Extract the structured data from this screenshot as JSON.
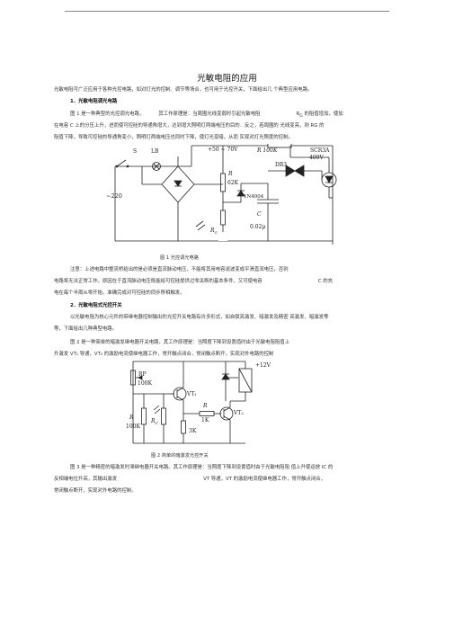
{
  "page": {
    "title": "光敏电阻的应用"
  },
  "intro": "光敏电阻可广泛应用于各种光控电路，如对灯光的控制、调节等场合，也可用于光控开关，下面给出几 个典型应用电路。",
  "section1": {
    "heading": "1．光敏电阻调光电路",
    "p1": [
      "图 1 是一种典型的光控调光电路，",
      "其工作原理是：当周围光线变弱时引起光敏电阻",
      "R",
      "G",
      " 的阻值增加，使加"
    ],
    "p2": "在电容 C 上的分压上升，进而使可控硅的导通角增大，达到增大照明灯两端电压的目的．反之，若周围的  光线变亮，则 RG 的",
    "p3": "阻值下降，导致可控硅的导通角变小，照明灯两端电压也同时下降，使灯光变暗，从而 实现对灯光照度的控制。",
    "caption": "图 1 光控调光电路",
    "note1": [
      "注意：上述电路中整流桥给出的是必须是直流脉动电压，不能将其用电容滤波变成平滑直流电压，否则",
      ""
    ],
    "note2": [
      "电路将无法正常工作。原因在于直流脉动电压既能给可控硅提供过零关断的基本条件，又可使电容",
      "C 的充"
    ],
    "note3": "电在每个半周从零开始，准确完成对可控硅的同步移相触发。"
  },
  "section2": {
    "heading": "2．光敏电阻式光控开关",
    "p1": "以光敏电阻为核心元件的带继电器控制输出的光控开关电路有许多形式，如自锁亮激发、暗激发及精密  亮激发、暗激发等",
    "p2": "等，下面给出几种典型电路。",
    "p3": "图 2 是一种简单的暗激发继电器开关电路，其工作原理是：当照度下降到设置值时由于光敏电阻阻值上",
    "p4": "升激发 VT₁ 导通，VT₂ 的激励电流使继电器工作，常开触点闭合，常闭触点断开，实现对外电路的控制",
    "caption": "图 2 简单的暗激发光控开关",
    "p5": [
      "图 3 是一种精密的暗激发时滞继电器开关电路。其工作原理是：当照度下降到设置值时由于光敏电阻阻  值上升使运放 IC 的",
      "反相端电位升高，其输出激发",
      "VT 导通，VT 的激励电流使继电器工作，常开触点闭合，",
      "常闭触点断开，实现对外电路的控制。"
    ]
  },
  "fig1": {
    "labels": {
      "s": "S",
      "lb": "LB",
      "ac": "~220",
      "v": "+50 ~ 70V",
      "r100k": "R 100K",
      "r": "R",
      "r62k": "62K",
      "d": "1N4004",
      "db": "DB3",
      "scr": "SCR3A",
      "scr_v": "400V",
      "rg": "R",
      "rg_sub": "G",
      "c": "C",
      "cval": "0.02μ"
    }
  },
  "fig2": {
    "labels": {
      "v": "+12V",
      "rp": "RP",
      "rp_val": "100K",
      "vt1": "VT₁",
      "vt2": "VT₂",
      "r": "R",
      "r1k": "1K",
      "r3k": "3K",
      "r100k": "100K",
      "rg": "R",
      "rg_sub": "G"
    }
  }
}
